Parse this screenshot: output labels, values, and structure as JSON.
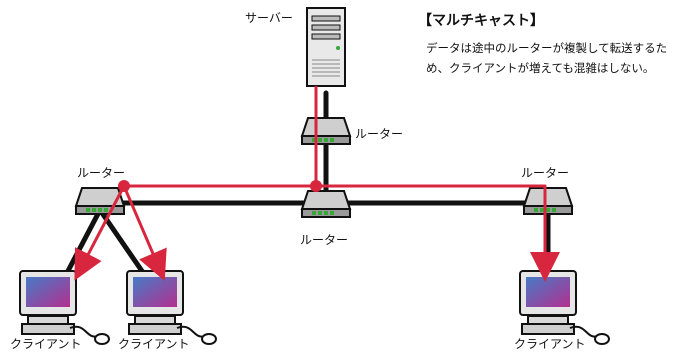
{
  "title": "【マルチキャスト】",
  "description": "データは途中のルーターが複製して転送するため、クライアントが増えても混雑はしない。",
  "labels": {
    "server": "サーバー",
    "router_top": "ルーター",
    "router_left": "ルーター",
    "router_center": "ルーター",
    "router_right": "ルーター",
    "client_1": "クライアント",
    "client_2": "クライアント",
    "client_3": "クライアント"
  },
  "colors": {
    "flow": "#d7263d",
    "cable": "#111111",
    "device": "#d9d9d9"
  }
}
